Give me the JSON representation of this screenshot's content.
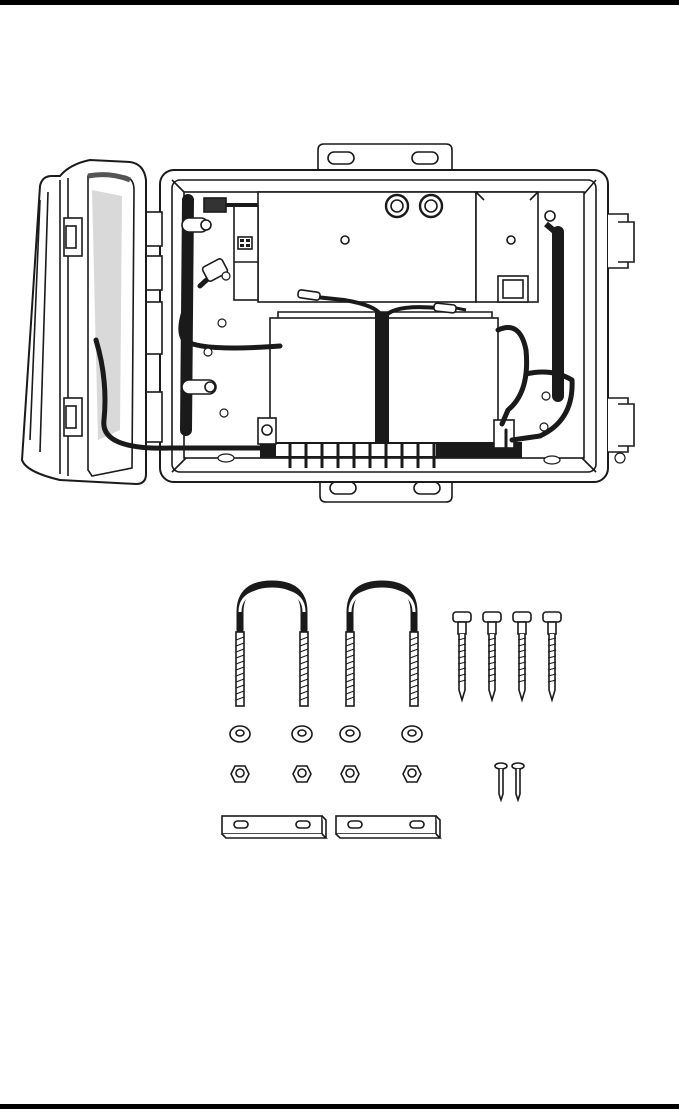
{
  "page": {
    "background": "#ffffff",
    "ink": "#1a1a1a",
    "shade_light": "#e6e6e6",
    "shade_mid": "#bdbdbd",
    "shade_dark": "#333333"
  },
  "enclosure": {
    "lid_state": "open",
    "hinge_count": 4,
    "mounting_tabs": 2
  },
  "hardware_kit": {
    "u_bolts": 2,
    "lag_screws": 4,
    "lock_washers": 4,
    "hex_nuts": 4,
    "small_screws": 2,
    "saddle_plates": 2
  }
}
